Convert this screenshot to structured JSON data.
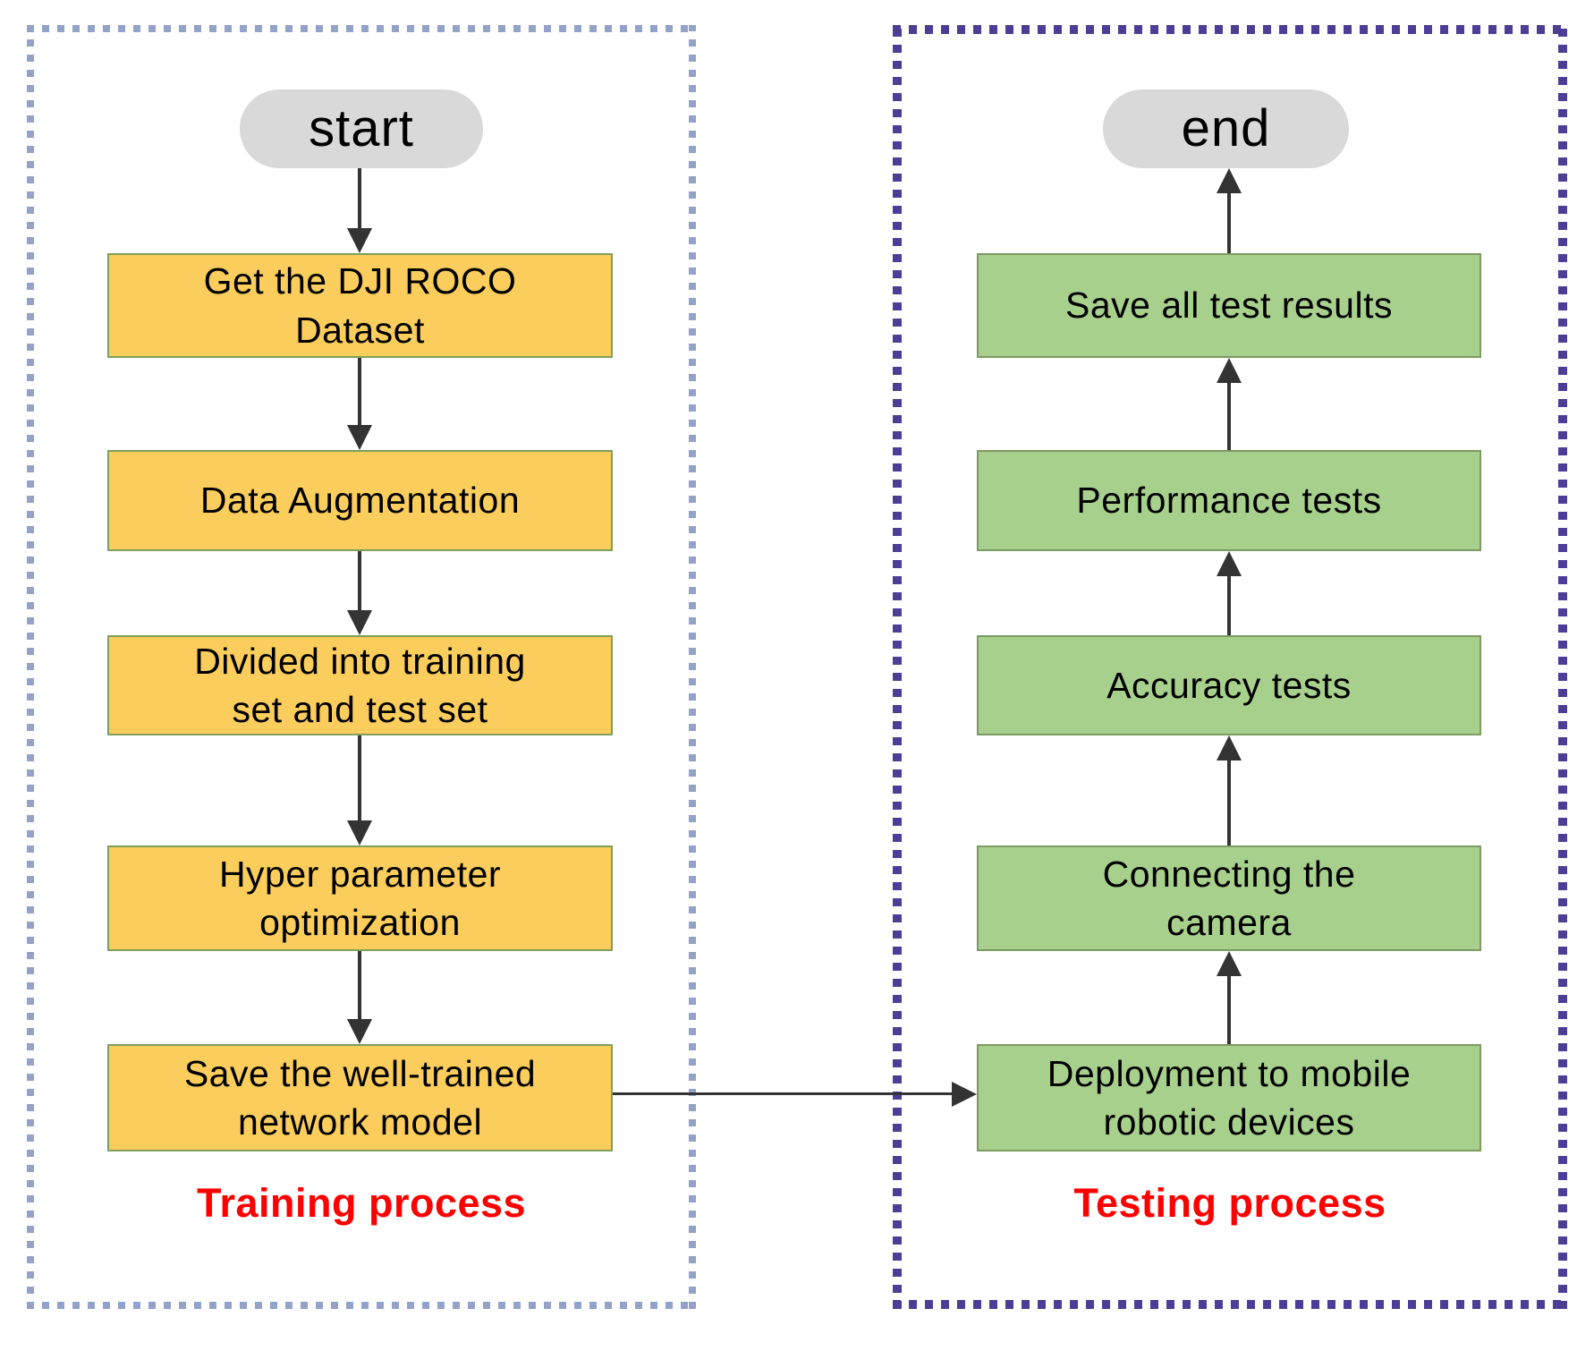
{
  "training": {
    "label": "Training process",
    "terminal": "start",
    "steps": [
      "Get the DJI ROCO\nDataset",
      "Data Augmentation",
      "Divided into training\nset and test set",
      "Hyper parameter\noptimization",
      "Save the well-trained\nnetwork model"
    ]
  },
  "testing": {
    "label": "Testing process",
    "terminal": "end",
    "steps": [
      "Save all test results",
      "Performance tests",
      "Accuracy tests",
      "Connecting the\ncamera",
      "Deployment to mobile\nrobotic devices"
    ]
  },
  "colors": {
    "yellow_fill": "#facd5c",
    "yellow_border": "#7f9f5a",
    "green_fill": "#a8d08d",
    "green_border": "#7c9a63",
    "capsule_fill": "#d9d9d9",
    "arrow": "#333333",
    "red": "#fe0000",
    "left_dot": "#94a1c9",
    "right_dot": "#4e3d96",
    "text": "#000000"
  }
}
